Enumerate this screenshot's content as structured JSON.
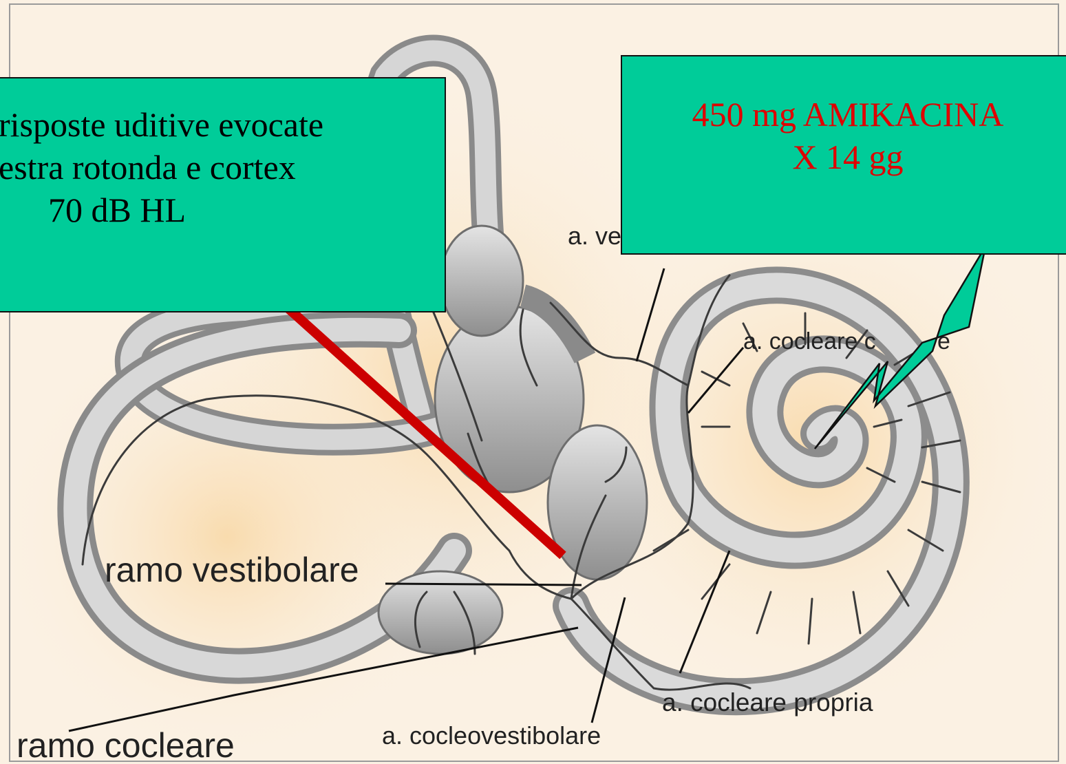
{
  "callout_left": {
    "line1": "risposte uditive evocate",
    "line2": "estra rotonda e cortex",
    "line3": "70 dB HL"
  },
  "callout_right": {
    "line1": "450 mg AMIKACINA",
    "line2": "X 14 gg"
  },
  "labels": {
    "a_ve": "a. ve",
    "a_cocleare_c": "a. cocleare c",
    "cocleare_tail": "e",
    "ramo_vestibolare": "ramo vestibolare",
    "ramo_cocleare": "ramo cocleare",
    "a_cocleovestibolare": "a. cocleovestibolare",
    "a_cocleare_propria": "a. cocleare propria"
  },
  "colors": {
    "callout_fill": "#00cc99",
    "callout_right_text": "#e00000",
    "pointer_line": "#cc0000",
    "background": "#fbf1e3"
  }
}
